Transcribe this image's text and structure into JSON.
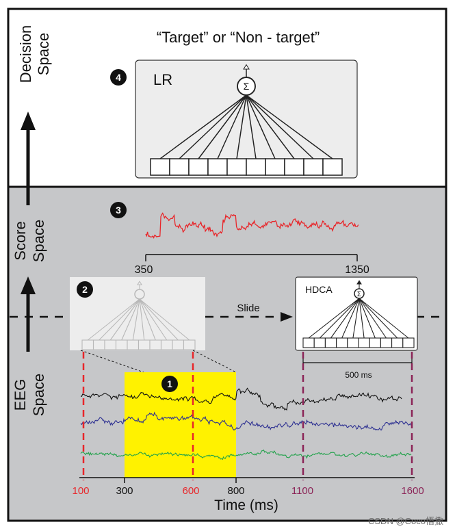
{
  "decision": {
    "title": "“Target” or “Non - target”",
    "axis_label_1": "Decision",
    "axis_label_2": "Space",
    "step": "4",
    "model": "LR",
    "sum_symbol": "Σ"
  },
  "score": {
    "axis_label_1": "Score",
    "axis_label_2": "Space",
    "step": "3",
    "start": "350",
    "end": "1350"
  },
  "hdca": {
    "step": "2",
    "slide_label": "Slide",
    "model": "HDCA",
    "sum_symbol": "Σ",
    "window_label": "500 ms"
  },
  "eeg": {
    "axis_label_1": "EEG",
    "axis_label_2": "Space",
    "step": "1",
    "xlabel": "Time (ms)",
    "ticks": [
      "100",
      "300",
      "600",
      "800",
      "1100",
      "1600"
    ]
  },
  "watermark": "CSDN @Coco悟撒",
  "colors": {
    "panel_bg": "#c6c7c9",
    "highlight": "#fff200",
    "score_trace": "#e8262a",
    "trace_black": "#111111",
    "trace_blue": "#2e3192",
    "trace_green": "#21a24a",
    "red_marker": "#e8262a",
    "purple_marker": "#8b2457"
  }
}
